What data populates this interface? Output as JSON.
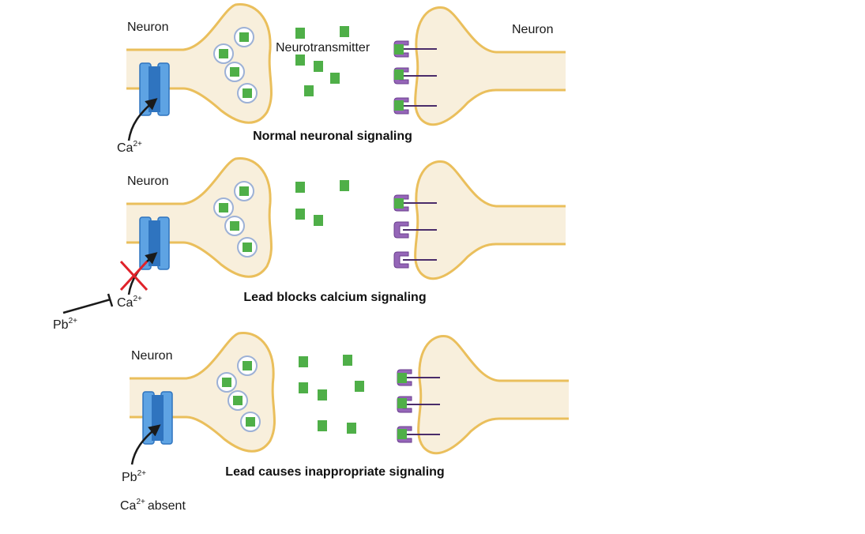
{
  "colors": {
    "membrane_fill": "#f8efdc",
    "membrane_stroke": "#eabf5c",
    "channel_light": "#5ea3e3",
    "channel_dark": "#2f74bf",
    "neurotransmitter": "#4faf48",
    "vesicle_ring": "#9db1d6",
    "receptor": "#9566b8",
    "receptor_stroke": "#6a3f8e",
    "block_cross": "#e0222a"
  },
  "panels": [
    {
      "neuron_left": "Neuron",
      "neuron_right": "Neuron",
      "neurotransmitter_label": "Neurotransmitter",
      "ion": "Ca",
      "ion_charge": "2+",
      "caption": "Normal neuronal signaling"
    },
    {
      "neuron_left": "Neuron",
      "ion": "Ca",
      "ion_charge": "2+",
      "blocker": "Pb",
      "blocker_charge": "2+",
      "caption": "Lead blocks calcium signaling"
    },
    {
      "neuron_left": "Neuron",
      "ion": "Pb",
      "ion_charge": "2+",
      "absent_ion": "Ca",
      "absent_charge": "2+",
      "absent_text": "absent",
      "caption": "Lead causes inappropriate signaling"
    }
  ]
}
